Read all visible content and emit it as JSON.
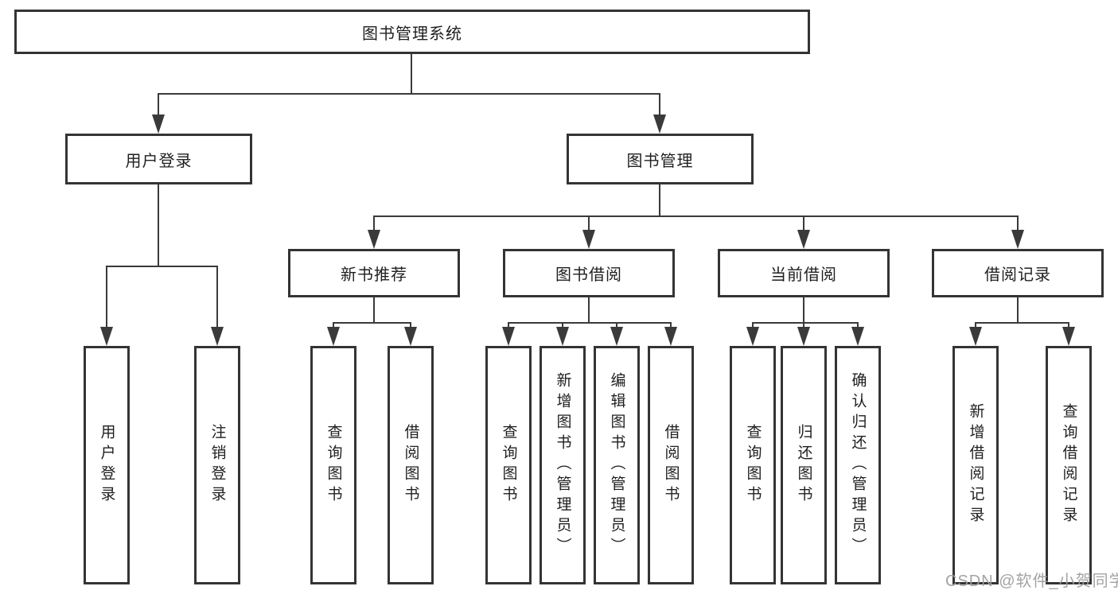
{
  "nodes": {
    "root": "图书管理系统",
    "level2": [
      "用户登录",
      "图书管理"
    ],
    "level3": [
      "新书推荐",
      "图书借阅",
      "当前借阅",
      "借阅记录"
    ],
    "leaves_user": [
      "用户登录",
      "注销登录"
    ],
    "leaves_recommend": [
      "查询图书",
      "借阅图书"
    ],
    "leaves_borrow": [
      "查询图书",
      "新增图书（管理员）",
      "编辑图书（管理员）",
      "借阅图书"
    ],
    "leaves_current": [
      "查询图书",
      "归还图书",
      "确认归还（管理员）"
    ],
    "leaves_records": [
      "新增借阅记录",
      "查询借阅记录"
    ]
  },
  "watermark": "CSDN @软件_小贺同学",
  "colors": {
    "background": "#ffffff",
    "line": "#3a3a3a",
    "box_border": "#343434",
    "text": "#1f1f1f",
    "watermark": "#9e9e9e"
  }
}
